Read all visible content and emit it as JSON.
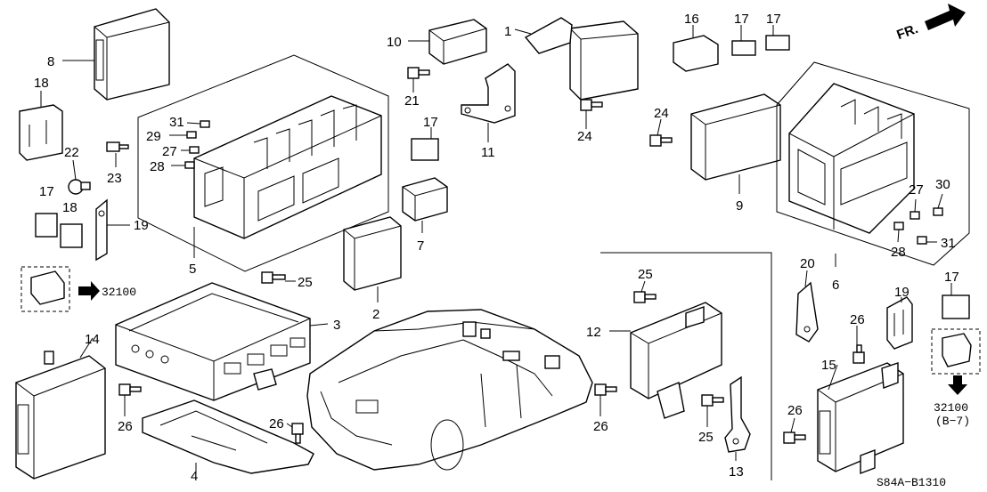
{
  "diagram": {
    "code": "S84A−B1310",
    "direction_label": "FR.",
    "reference_32100_a": "32100",
    "reference_32100_b": "32100",
    "reference_b7": "(B−7)",
    "callouts": [
      "1",
      "2",
      "3",
      "4",
      "5",
      "6",
      "7",
      "8",
      "9",
      "10",
      "11",
      "12",
      "13",
      "14",
      "15",
      "16",
      "17",
      "17",
      "17",
      "17",
      "17",
      "18",
      "18",
      "19",
      "19",
      "20",
      "21",
      "22",
      "23",
      "24",
      "24",
      "25",
      "25",
      "25",
      "26",
      "26",
      "26",
      "26",
      "26",
      "27",
      "27",
      "28",
      "28",
      "29",
      "30",
      "31",
      "31"
    ]
  }
}
